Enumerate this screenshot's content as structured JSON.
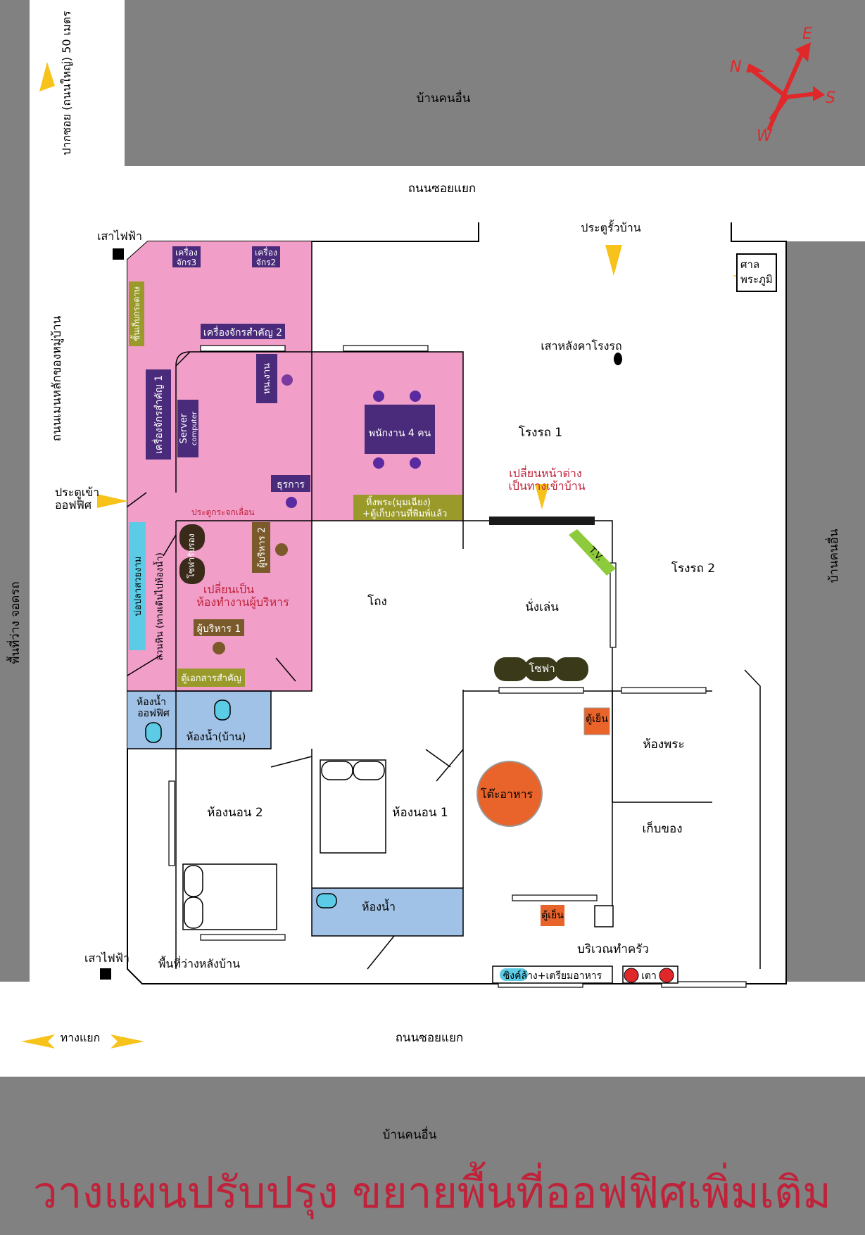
{
  "title": "วางแผนปรับปรุง ขยายพื้นที่ออฟฟิศเพิ่มเติม",
  "colors": {
    "neighbor_gray": "#818181",
    "office_pink": "#f19ec8",
    "bath_blue": "#a0c2e6",
    "machine_purple": "#4a2a7a",
    "olive": "#9a9a2a",
    "brown": "#7a5a2a",
    "orange": "#e8642a",
    "cyan": "#5bcbe6",
    "note_red": "#c0223a",
    "arrow_yellow": "#f7c31b",
    "compass_red": "#e0282b"
  },
  "compass": {
    "n": "N",
    "e": "E",
    "s": "S",
    "w": "W"
  },
  "surroundings": {
    "neighbor_top": "บ้านคนอื่น",
    "neighbor_bottom": "บ้านคนอื่น",
    "neighbor_right": "บ้านคนอื่น",
    "road_top": "ถนนซอยแยก",
    "road_bottom": "ถนนซอยแยก",
    "road_left": "ถนนเมนหลักของหมู่บ้าน",
    "parking_left": "พื้นที่ว่าง จอดรถ",
    "soi_entrance": "ปากซอย (ถนนใหญ่) 50 เมตร",
    "junction": "ทางแยก",
    "pole_top": "เสาไฟฟ้า",
    "pole_bottom": "เสาไฟฟ้า"
  },
  "labels": {
    "gate": "ประตูรั้วบ้าน",
    "shrine_line1": "ศาล",
    "shrine_line2": "พระภูมิ",
    "garage_pole": "เสาหลังคาโรงรถ",
    "garage1": "โรงรถ 1",
    "garage2": "โรงรถ 2",
    "window_note_line1": "เปลี่ยนหน้าต่าง",
    "window_note_line2": "เป็นทางเข้าบ้าน",
    "office_entrance_line1": "ประตูเข้า",
    "office_entrance_line2": "ออฟฟิศ",
    "machine3_line1": "เครื่อง",
    "machine3_line2": "จักร3",
    "machine2_line1": "เครื่อง",
    "machine2_line2": "จักร2",
    "paper_shelf": "ชั้นเก็บกระดาษ",
    "key_machine2": "เครื่องจักรสำคัญ 2",
    "key_machine1": "เครื่องจักรสำคัญ 1",
    "server_line1": "Server",
    "server_line2": "computer",
    "supervisor": "หน.งาน",
    "staff4": "พนักงาน 4 คน",
    "admin": "ธุรการ",
    "altar_line1": "หิ้งพระ(มุมเฉียง)",
    "altar_line2": "+ตู้เก็บงานที่พิมพ์แล้ว",
    "sliding_glass_door": "ประตูกระจกเลื่อน",
    "reception_sofa": "โซฟารับรอง",
    "exec2": "ผู้บริหาร 2",
    "exec_note_line1": "เปลี่ยนเป็น",
    "exec_note_line2": "ห้องทำงานผู้บริหาร",
    "exec1": "ผู้บริหาร 1",
    "document_cabinet": "ตู้เอกสารสำคัญ",
    "fish_pond": "บ่อปลาสวยงาม",
    "rock_garden": "สวนหิน (ทางเดินไปห้องน้ำ)",
    "office_bath_line1": "ห้องน้ำ",
    "office_bath_line2": "ออฟฟิศ",
    "home_bath": "ห้องน้ำ(บ้าน)",
    "hall": "โถง",
    "living": "นั่งเล่น",
    "tv": "T.V.",
    "sofa": "โซฟา",
    "fridge1": "ตู้เย็น",
    "prayer_room": "ห้องพระ",
    "dining_table": "โต๊ะอาหาร",
    "storage": "เก็บของ",
    "bedroom2": "ห้องนอน 2",
    "bedroom1": "ห้องนอน 1",
    "bathroom": "ห้องน้ำ",
    "fridge2": "ตู้เย็น",
    "kitchen": "บริเวณทำครัว",
    "sink_prep": "ซิงค์ล้าง+เตรียมอาหาร",
    "stove": "เตา",
    "backyard": "พื้นที่ว่างหลังบ้าน"
  }
}
